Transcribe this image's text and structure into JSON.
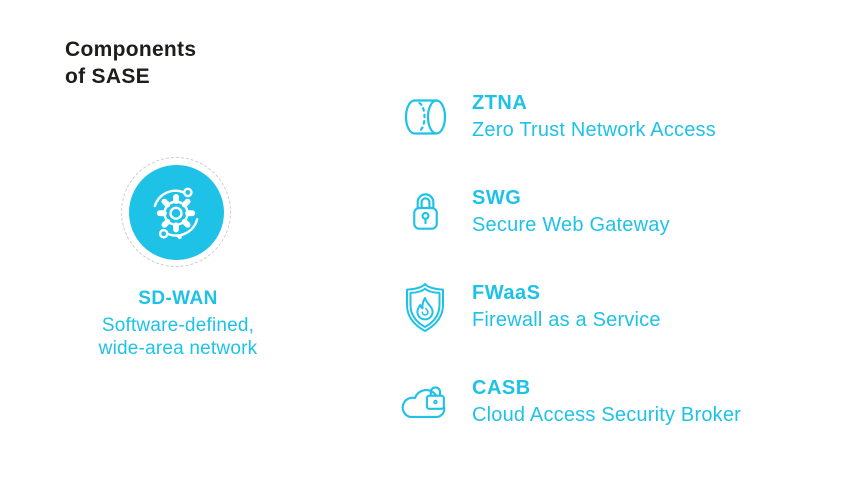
{
  "canvas": {
    "background": "#ffffff",
    "accent": "#1fc2e7",
    "title_color": "#1d1d1b",
    "ring_color": "#c9ced3"
  },
  "title": {
    "line1": "Components",
    "line2": "of SASE"
  },
  "sdwan": {
    "acronym": "SD-WAN",
    "description_line1": "Software-defined,",
    "description_line2": "wide-area network",
    "icon": "gear-network-icon"
  },
  "components": [
    {
      "acronym": "ZTNA",
      "name": "Zero Trust Network Access",
      "icon": "tunnel-icon"
    },
    {
      "acronym": "SWG",
      "name": "Secure Web Gateway",
      "icon": "padlock-icon"
    },
    {
      "acronym": "FWaaS",
      "name": "Firewall as a Service",
      "icon": "shield-flame-icon"
    },
    {
      "acronym": "CASB",
      "name": "Cloud Access Security Broker",
      "icon": "cloud-lock-icon"
    }
  ]
}
